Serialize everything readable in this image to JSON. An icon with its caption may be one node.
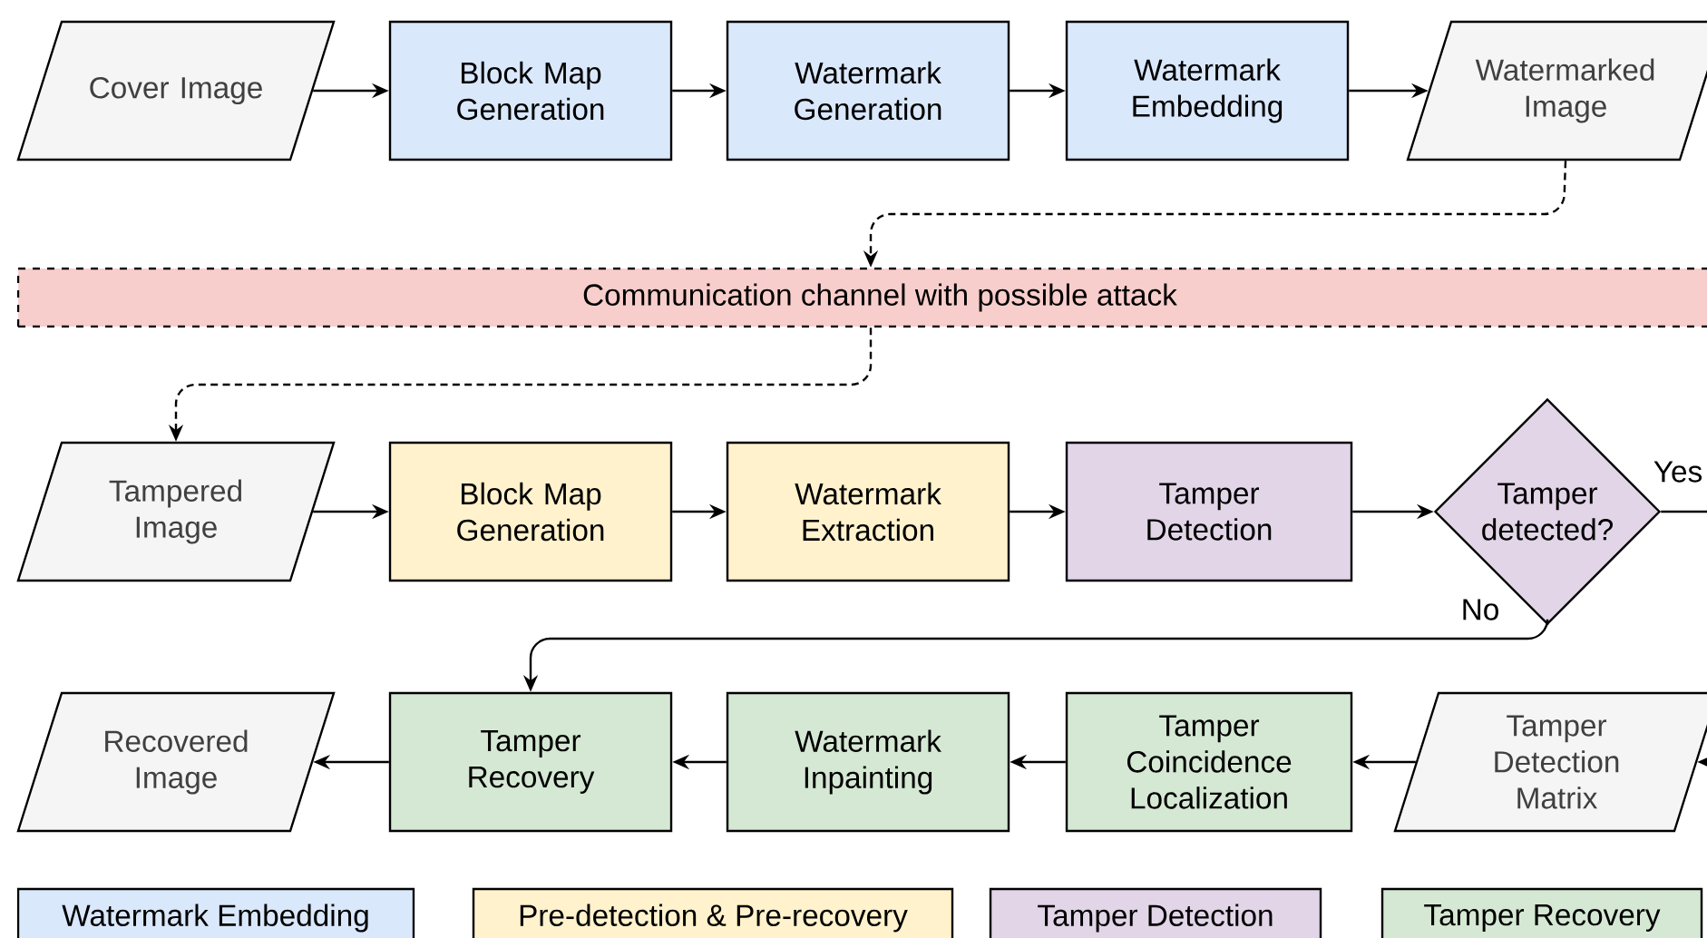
{
  "diagram": {
    "nodes": [
      {
        "text": [
          "Cover Image"
        ]
      },
      {
        "text": [
          "Block Map Generation"
        ]
      },
      {
        "text": [
          "Watermark Generation"
        ]
      },
      {
        "text": [
          "Watermark Embedding"
        ]
      },
      {
        "text": [
          "Watermarked Image"
        ]
      },
      {
        "text": [
          "Communication channel with possible attack"
        ]
      },
      {
        "text": [
          "Tampered Image"
        ]
      },
      {
        "text": [
          "Block Map Generation"
        ]
      },
      {
        "text": [
          "Watermark Extraction"
        ]
      },
      {
        "text": [
          "Tamper Detection"
        ]
      },
      {
        "text": [
          "Tamper detected?"
        ]
      },
      {
        "text": [
          "Tamper Detection Matrix"
        ]
      },
      {
        "text": [
          "Tamper Coincidence Localization"
        ]
      },
      {
        "text": [
          "Watermark Inpainting"
        ]
      },
      {
        "text": [
          "Tamper Recovery"
        ]
      },
      {
        "text": [
          "Recovered Image"
        ]
      }
    ],
    "edges": [
      {
        "from": 0,
        "to": 1,
        "arrow": "to"
      },
      {
        "from": 1,
        "to": 2,
        "arrow": "to"
      },
      {
        "from": 2,
        "to": 3,
        "arrow": "to"
      },
      {
        "from": 3,
        "to": 4,
        "arrow": "to"
      },
      {
        "from": 4,
        "to": 5,
        "arrow": "to",
        "style": "dashed"
      },
      {
        "from": 5,
        "to": 6,
        "arrow": "to",
        "style": "dashed"
      },
      {
        "from": 6,
        "to": 7,
        "arrow": "to"
      },
      {
        "from": 7,
        "to": 8,
        "arrow": "to"
      },
      {
        "from": 8,
        "to": 9,
        "arrow": "to"
      },
      {
        "from": 9,
        "to": 10,
        "arrow": "to"
      },
      {
        "from": 10,
        "to": 11,
        "arrow": "to",
        "label": "Yes"
      },
      {
        "from": 10,
        "to": 14,
        "arrow": "to",
        "label": "No"
      },
      {
        "from": 11,
        "to": 12,
        "arrow": "to"
      },
      {
        "from": 12,
        "to": 13,
        "arrow": "to"
      },
      {
        "from": 13,
        "to": 14,
        "arrow": "to"
      },
      {
        "from": 14,
        "to": 15,
        "arrow": "to"
      }
    ],
    "legend": [
      {
        "text": "Watermark  Embedding",
        "color": "#dae8fc"
      },
      {
        "text": "Pre-detection & Pre-recovery",
        "color": "#fff2cc"
      },
      {
        "text": "Tamper Detection",
        "color": "#e1d5e7"
      },
      {
        "text": "Tamper Recovery",
        "color": "#d5e8d4"
      }
    ]
  }
}
